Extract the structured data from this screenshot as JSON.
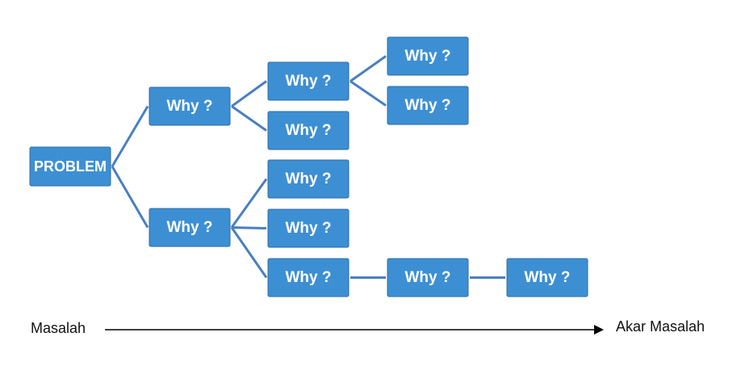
{
  "problem_label": "PROBLEM",
  "why_label": "Why ?",
  "axis": {
    "start_label": "Masalah",
    "end_label": "Akar Masalah"
  },
  "colors": {
    "node_fill": "#3d8fd3",
    "node_border": "#2d6ea6",
    "connector": "#4a7fc0",
    "text": "#ffffff"
  }
}
